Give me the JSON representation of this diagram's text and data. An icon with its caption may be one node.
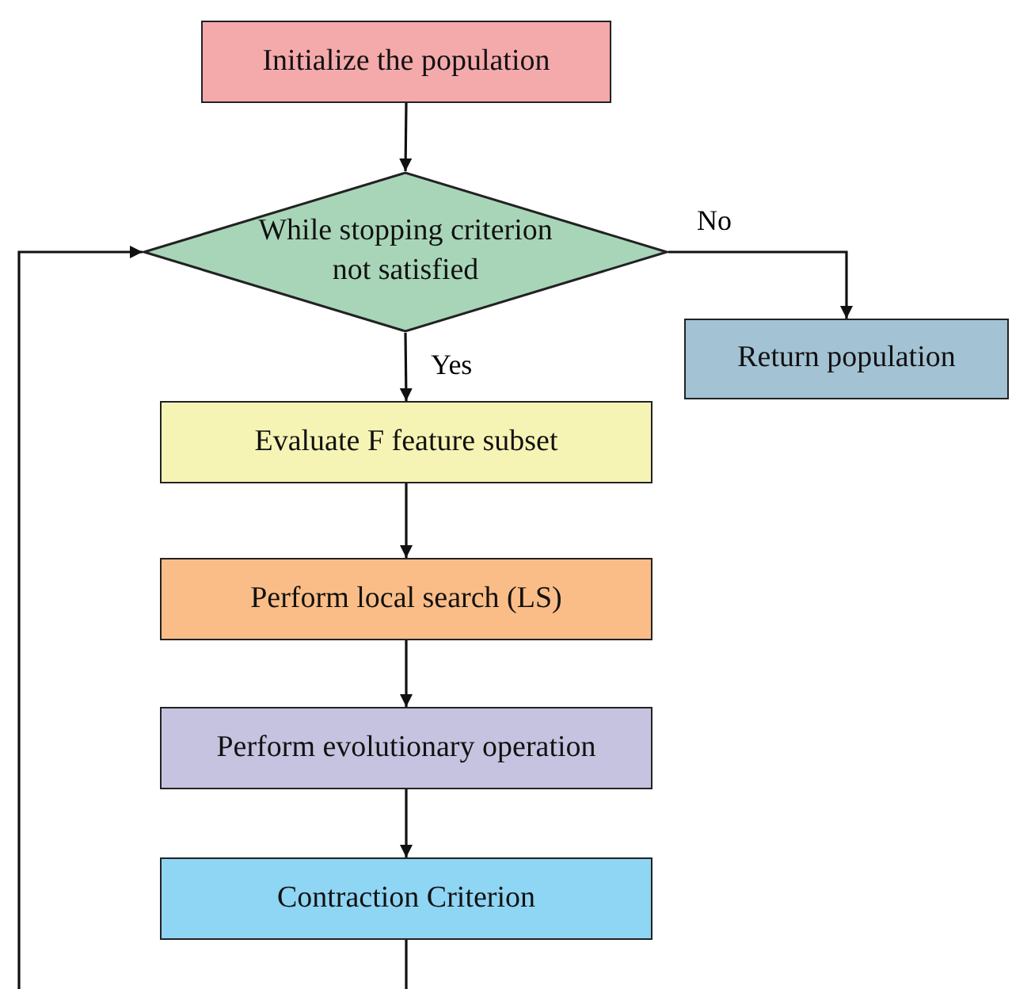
{
  "diagram": {
    "nodes": [
      {
        "text": [
          "Initialize the population"
        ]
      },
      {
        "text": [
          "While stopping criterion not satisfied"
        ]
      },
      {
        "text": [
          "Return population"
        ]
      },
      {
        "text": [
          "Evaluate F feature subset"
        ]
      },
      {
        "text": [
          "Perform local search (LS)"
        ]
      },
      {
        "text": [
          "Perform evolutionary operation"
        ]
      },
      {
        "text": [
          "Contraction Criterion"
        ]
      }
    ],
    "edges": [
      {
        "from": 0,
        "to": 1,
        "arrow": "to"
      },
      {
        "from": 1,
        "to": 2,
        "arrow": "to",
        "label": "No"
      },
      {
        "from": 1,
        "to": 3,
        "arrow": "to",
        "label": "Yes"
      },
      {
        "from": 3,
        "to": 4,
        "arrow": "to"
      },
      {
        "from": 4,
        "to": 5,
        "arrow": "to"
      },
      {
        "from": 5,
        "to": 6,
        "arrow": "to"
      },
      {
        "from": 6,
        "to": 1,
        "arrow": "to"
      }
    ]
  }
}
